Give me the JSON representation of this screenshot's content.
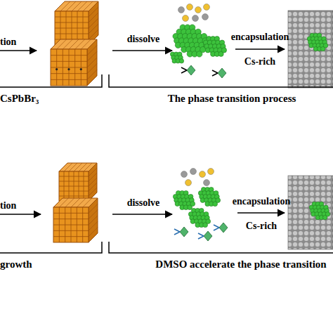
{
  "diagram": {
    "labels": [
      "tion",
      "dissolve",
      "encapsulation",
      "Cs-rich",
      "CsPbBr₃",
      "The phase transition process",
      "tion",
      "dissolve",
      "encapsulation",
      "Cs-rich",
      "growth",
      "DMSO accelerate the phase transition"
    ]
  }
}
